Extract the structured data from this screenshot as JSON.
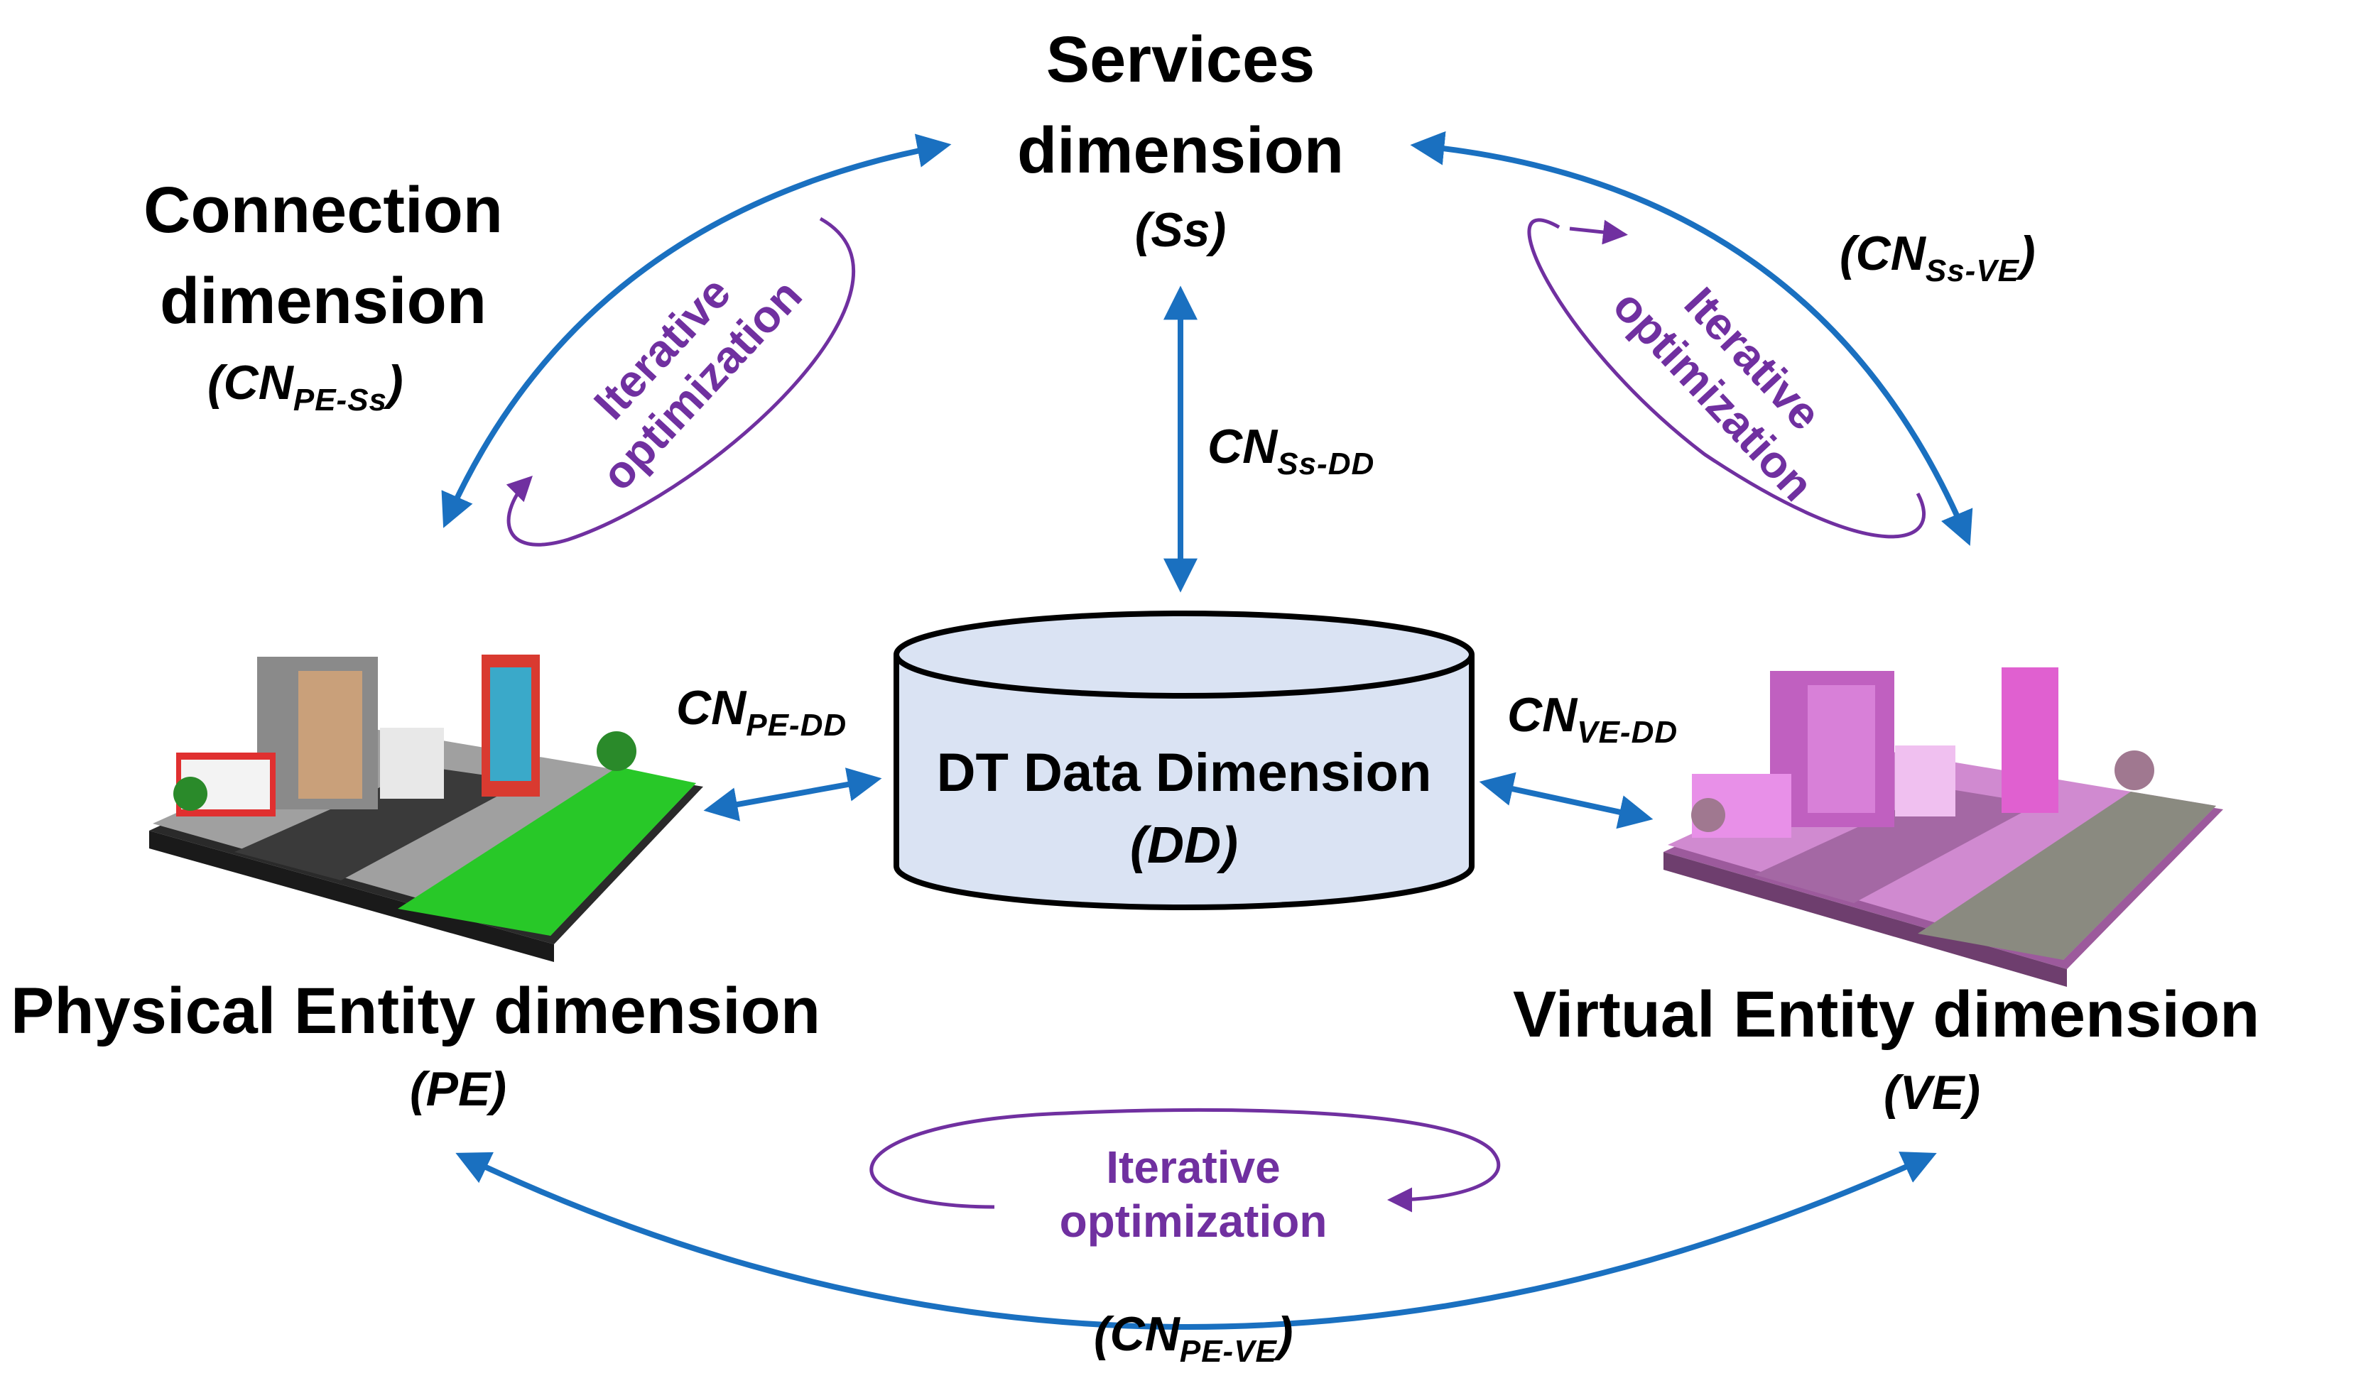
{
  "services": {
    "title_line1": "Services",
    "title_line2": "dimension",
    "symbol": "(Ss)"
  },
  "connection": {
    "title_line1": "Connection",
    "title_line2": "dimension",
    "sym_open": "(CN",
    "sym_sub": "PE-Ss",
    "sym_close": ")"
  },
  "physical": {
    "title": "Physical Entity dimension",
    "symbol": "(PE)"
  },
  "virtual": {
    "title": "Virtual Entity dimension",
    "symbol": "(VE)"
  },
  "data_dimension": {
    "title": "DT Data Dimension",
    "symbol": "(DD)"
  },
  "links": {
    "ss_dd": {
      "main": "CN",
      "sub": "Ss-DD"
    },
    "pe_dd": {
      "main": "CN",
      "sub": "PE-DD"
    },
    "ve_dd": {
      "main": "CN",
      "sub": "VE-DD"
    },
    "ss_ve": {
      "open": "(CN",
      "sub": "Ss-VE",
      "close": ")"
    },
    "pe_ve": {
      "open": "(CN",
      "sub": "PE-VE",
      "close": ")"
    }
  },
  "loops": {
    "left": {
      "line1": "Iterative",
      "line2": "optimization"
    },
    "right": {
      "line1": "Iterative",
      "line2": "optimization"
    },
    "bottom": {
      "line1": "Iterative",
      "line2": "optimization"
    }
  },
  "colors": {
    "arrow_blue": "#1a70c0",
    "loop_purple": "#7030a0",
    "cylinder_fill": "#dae3f3"
  }
}
